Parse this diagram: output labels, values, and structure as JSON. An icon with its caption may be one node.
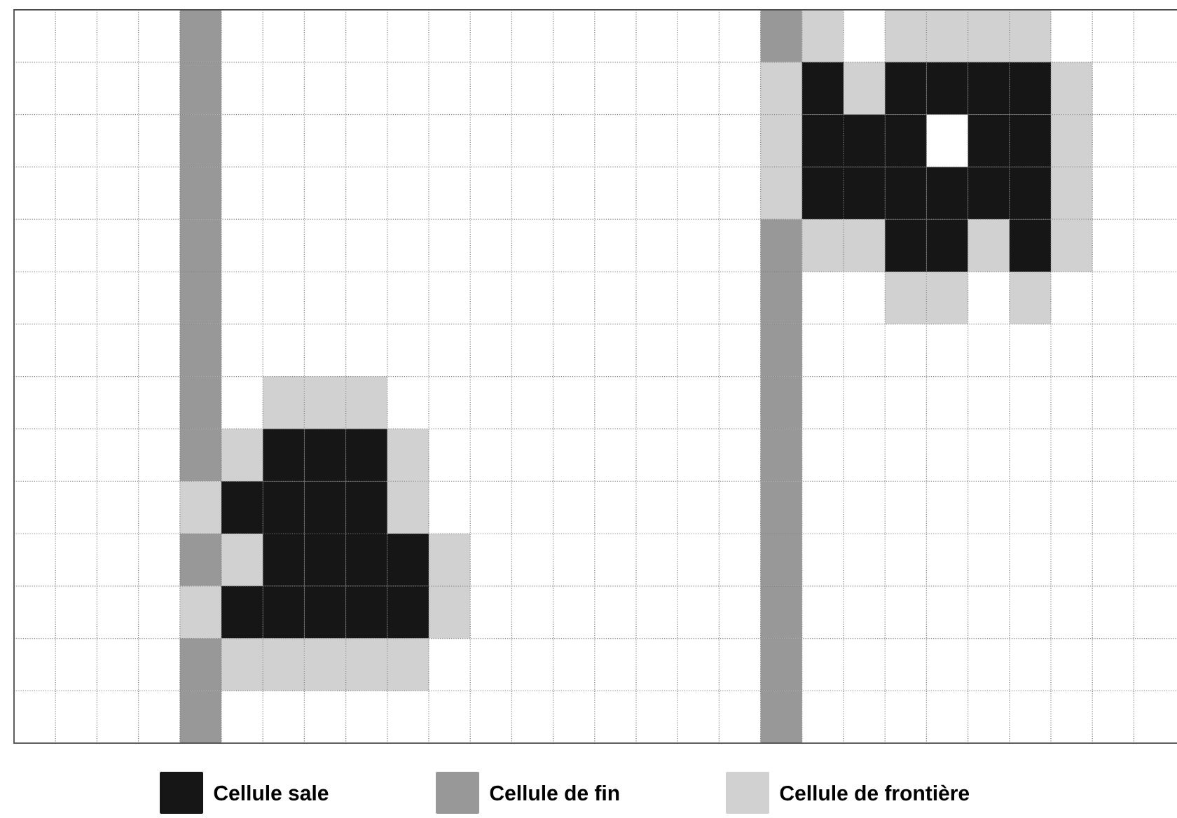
{
  "diagram": {
    "legend": [
      {
        "text": "Cellule sale",
        "color": "#161616"
      },
      {
        "text": "Cellule de fin",
        "color": "#989898"
      },
      {
        "text": "Cellule de frontière",
        "color": "#d0d1d0"
      }
    ]
  }
}
